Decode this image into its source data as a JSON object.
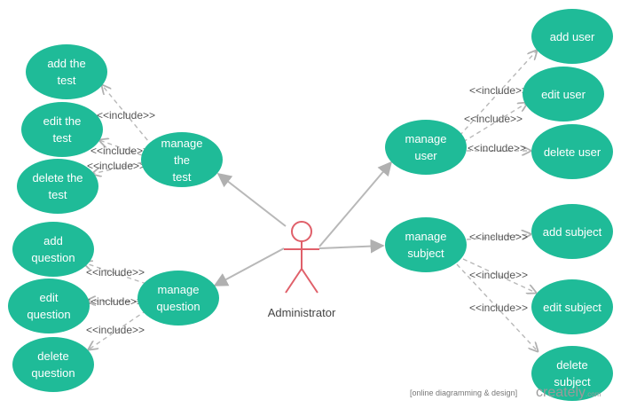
{
  "colors": {
    "use_case_fill": "#1fbb98",
    "use_case_text": "#ffffff",
    "actor_stroke": "#e0606a",
    "association_line": "#b8b8b8",
    "include_line": "#b8b8b8",
    "label_text": "#555555"
  },
  "actor": {
    "name": "Administrator"
  },
  "use_cases": {
    "add_test": [
      "add the",
      "test"
    ],
    "edit_test": [
      "edit the",
      "test"
    ],
    "delete_test": [
      "delete the",
      "test"
    ],
    "manage_test": [
      "manage",
      "the",
      "test"
    ],
    "add_question": [
      "add",
      "question"
    ],
    "edit_question": [
      "edit",
      "question"
    ],
    "delete_question": [
      "delete",
      "question"
    ],
    "manage_question": [
      "manage",
      "question"
    ],
    "manage_user": [
      "manage",
      "user"
    ],
    "add_user": [
      "add user"
    ],
    "edit_user": [
      "edit user"
    ],
    "delete_user": [
      "delete user"
    ],
    "manage_subject": [
      "manage",
      "subject"
    ],
    "add_subject": [
      "add subject"
    ],
    "edit_subject": [
      "edit subject"
    ],
    "delete_subject": [
      "delete",
      "subject"
    ]
  },
  "include_label": "<<include>>",
  "watermark": {
    "caption": "[online diagramming & design]",
    "brand": "creately",
    "suffix": ".com"
  }
}
